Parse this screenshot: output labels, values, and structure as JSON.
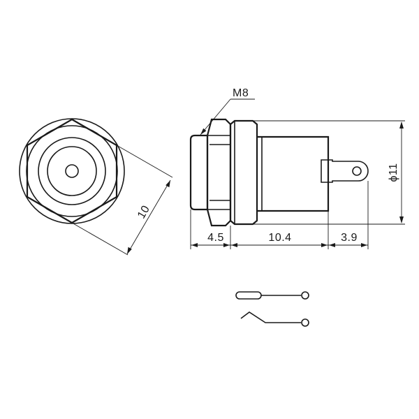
{
  "labels": {
    "thread": "M8",
    "hex_across_flats": "10",
    "flange_length": "4.5",
    "body_length": "10.4",
    "terminal_length": "3.9",
    "body_diameter": "ϕ11"
  }
}
